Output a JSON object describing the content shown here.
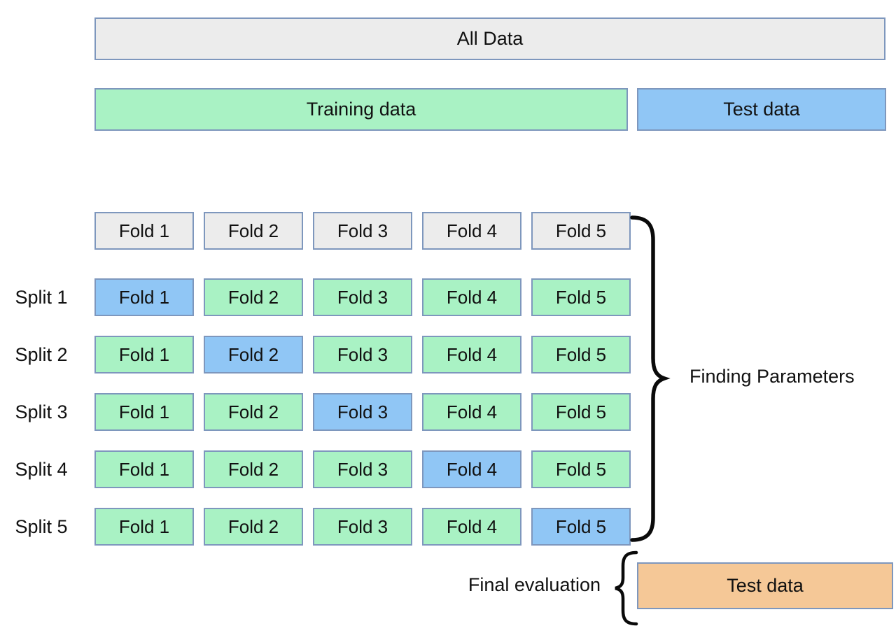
{
  "colors": {
    "gray": "#ECECEC",
    "green": "#A9F2C4",
    "blue": "#90C6F5",
    "orange": "#F5C897",
    "border": "#7E97BD",
    "text": "#111111",
    "brace": "#0a0a0a"
  },
  "overview": {
    "all_data": "All Data",
    "training": "Training data",
    "test": "Test data"
  },
  "cv_grid": {
    "fold_headers": [
      "Fold 1",
      "Fold 2",
      "Fold 3",
      "Fold 4",
      "Fold 5"
    ],
    "splits": [
      {
        "label": "Split 1",
        "cells": [
          "Fold 1",
          "Fold 2",
          "Fold 3",
          "Fold 4",
          "Fold 5"
        ],
        "highlighted_fold": 1
      },
      {
        "label": "Split 2",
        "cells": [
          "Fold 1",
          "Fold 2",
          "Fold 3",
          "Fold 4",
          "Fold 5"
        ],
        "highlighted_fold": 2
      },
      {
        "label": "Split 3",
        "cells": [
          "Fold 1",
          "Fold 2",
          "Fold 3",
          "Fold 4",
          "Fold 5"
        ],
        "highlighted_fold": 3
      },
      {
        "label": "Split 4",
        "cells": [
          "Fold 1",
          "Fold 2",
          "Fold 3",
          "Fold 4",
          "Fold 5"
        ],
        "highlighted_fold": 4
      },
      {
        "label": "Split 5",
        "cells": [
          "Fold 1",
          "Fold 2",
          "Fold 3",
          "Fold 4",
          "Fold 5"
        ],
        "highlighted_fold": 5
      }
    ]
  },
  "annotations": {
    "finding_parameters": "Finding Parameters",
    "final_evaluation": "Final evaluation",
    "final_test": "Test data"
  }
}
